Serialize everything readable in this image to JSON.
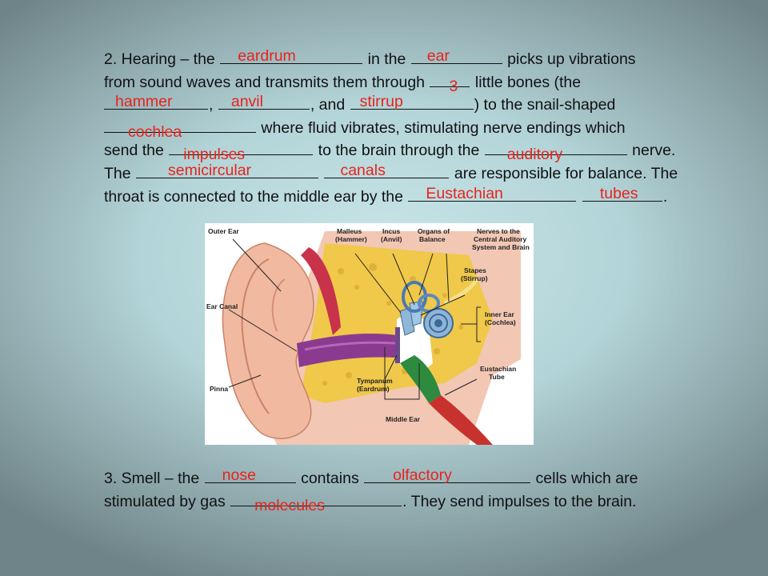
{
  "hearing": {
    "l1": {
      "a": "2.  Hearing – the ",
      "b": " in the ",
      "c": " picks up vibrations"
    },
    "l2": {
      "a": "from sound waves and transmits them through ",
      "b": " little bones (the"
    },
    "l3": {
      "a": ", ",
      "b": ", and ",
      "c": ")  to the snail-shaped"
    },
    "l4": {
      "a": " where fluid vibrates, stimulating nerve endings which"
    },
    "l5": {
      "a": "send the ",
      "b": " to the brain through the ",
      "c": " nerve."
    },
    "l6": {
      "a": "The ",
      "b": " ",
      "c": " are responsible  for balance.  The"
    },
    "l7": {
      "a": "throat is connected to the middle ear by the ",
      "b": " ",
      "c": "."
    },
    "answers": {
      "eardrum": "eardrum",
      "ear": "ear",
      "three": "3",
      "hammer": "hammer",
      "anvil": "anvil",
      "stirrup": "stirrup",
      "cochlea": "cochlea",
      "impulses": "impulses",
      "auditory": "auditory",
      "semicircular": "semicircular",
      "canals": "canals",
      "eustachian": "Eustachian",
      "tubes": "tubes"
    }
  },
  "smell": {
    "l1": {
      "a": "3.  Smell – the ",
      "b": " contains ",
      "c": " cells which are"
    },
    "l2": {
      "a": "stimulated by gas ",
      "b": ".   They send impulses to the brain."
    },
    "answers": {
      "nose": "nose",
      "olfactory": "olfactory",
      "molecules": "molecules"
    }
  },
  "diagram": {
    "labels": {
      "outer_ear": "Outer Ear",
      "malleus": "Malleus",
      "hammer": "(Hammer)",
      "incus": "Incus",
      "anvil": "(Anvil)",
      "organs": "Organs of",
      "balance": "Balance",
      "nerves1": "Nerves to the",
      "nerves2": "Central Auditory",
      "nerves3": "System and Brain",
      "stapes": "Stapes",
      "stirrup": "(Stirrup)",
      "ear_canal": "Ear Canal",
      "inner_ear": "Inner Ear",
      "cochlea": "(Cochlea)",
      "eustachian": "Eustachian",
      "tube": "Tube",
      "tympanum": "Tympanum",
      "eardrum": "(Eardrum)",
      "pinna": "Pinna",
      "middle_ear": "Middle Ear"
    }
  },
  "colors": {
    "text": "#111111",
    "answer": "#e8231c"
  }
}
